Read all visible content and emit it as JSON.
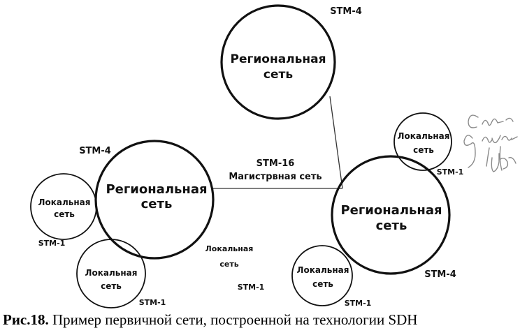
{
  "nodes": {
    "regional_top": {
      "line1": "Региональная",
      "line2": "сеть"
    },
    "regional_left": {
      "line1": "Региональная",
      "line2": "сеть"
    },
    "regional_right": {
      "line1": "Региональная",
      "line2": "сеть"
    },
    "local_left": {
      "line1": "Локальная",
      "line2": "сеть"
    },
    "local_bottom_left": {
      "line1": "Локальная",
      "line2": "сеть"
    },
    "local_middle": {
      "line1": "Локальная",
      "line2": "сеть"
    },
    "local_bottom_right": {
      "line1": "Локальная",
      "line2": "сеть"
    },
    "local_top_right": {
      "line1": "Локальная",
      "line2": "сеть"
    }
  },
  "labels": {
    "stm4_top": "STM-4",
    "stm4_left": "STM-4",
    "stm4_right": "STM-4",
    "stm16": "STM-16",
    "backbone": "Магистрвная сеть",
    "stm1_left": "STM-1",
    "stm1_bottom_left": "STM-1",
    "stm1_middle": "STM-1",
    "stm1_bottom_right": "STM-1",
    "stm1_top_right": "STM-1"
  },
  "caption": {
    "prefix": "Рис.18.",
    "text": " Пример первичной сети, построенной на технологии SDH"
  }
}
